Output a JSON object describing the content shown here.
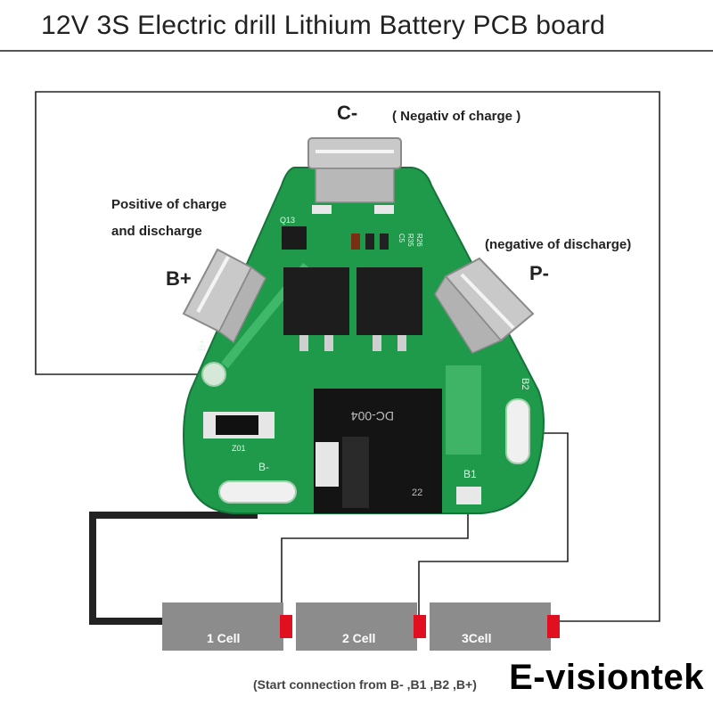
{
  "title": "12V 3S Electric drill Lithium Battery PCB board",
  "labels": {
    "c_minus": "C-",
    "c_minus_desc": "( Negativ of charge )",
    "b_plus": "B+",
    "b_plus_desc_line1": "Positive of charge",
    "b_plus_desc_line2": "and discharge",
    "p_minus": "P-",
    "p_minus_desc": "(negative of discharge)"
  },
  "pcb": {
    "silk_b_plus": "B+",
    "silk_b_minus": "B-",
    "silk_b1": "B1",
    "silk_b2": "B2",
    "silk_q13": "Q13",
    "silk_c5": "C5",
    "silk_r35": "R35",
    "silk_r26": "R26",
    "silk_z01": "Z01",
    "chip_text": "DC-004",
    "chip_corner": "22"
  },
  "cells": [
    {
      "label": "1 Cell"
    },
    {
      "label": "2 Cell"
    },
    {
      "label": "3Cell"
    }
  ],
  "footnote": "(Start connection from B-  ,B1 ,B2 ,B+)",
  "brand": "E-visiontek",
  "colors": {
    "pcb_green": "#1f9a4b",
    "cell_gray": "#8c8c8c",
    "terminal_red": "#e01020",
    "tab_metal": "#c9c9c9"
  }
}
